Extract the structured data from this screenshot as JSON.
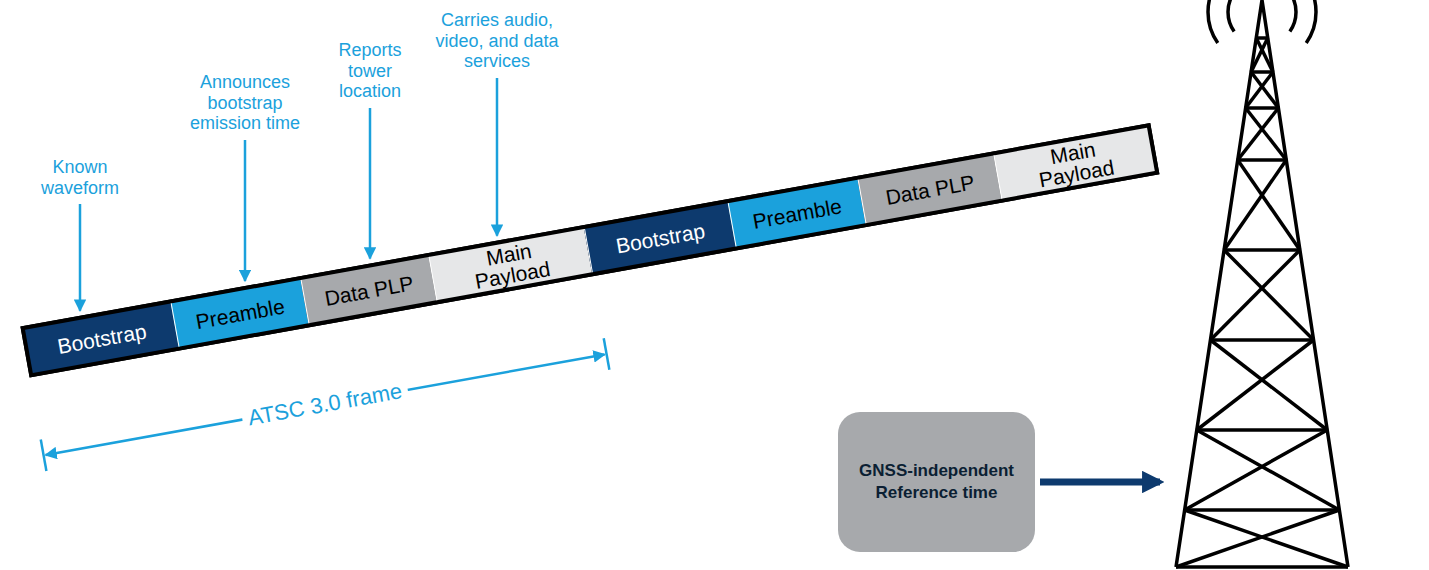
{
  "diagram": {
    "nodes": [
      {
        "text": [
          "Bootstrap"
        ]
      },
      {
        "text": [
          "Preamble"
        ]
      },
      {
        "text": [
          "Data PLP"
        ]
      },
      {
        "text": [
          "Main Payload"
        ]
      },
      {
        "text": [
          "Bootstrap"
        ]
      },
      {
        "text": [
          "Preamble"
        ]
      },
      {
        "text": [
          "Data PLP"
        ]
      },
      {
        "text": [
          "Main Payload"
        ]
      },
      {
        "text": [
          "GNSS-independent Reference time"
        ]
      }
    ],
    "labels": [
      "Known waveform",
      "Announces bootstrap emission time",
      "Reports tower location",
      "Carries audio, video, and data services",
      "ATSC 3.0 frame"
    ]
  }
}
